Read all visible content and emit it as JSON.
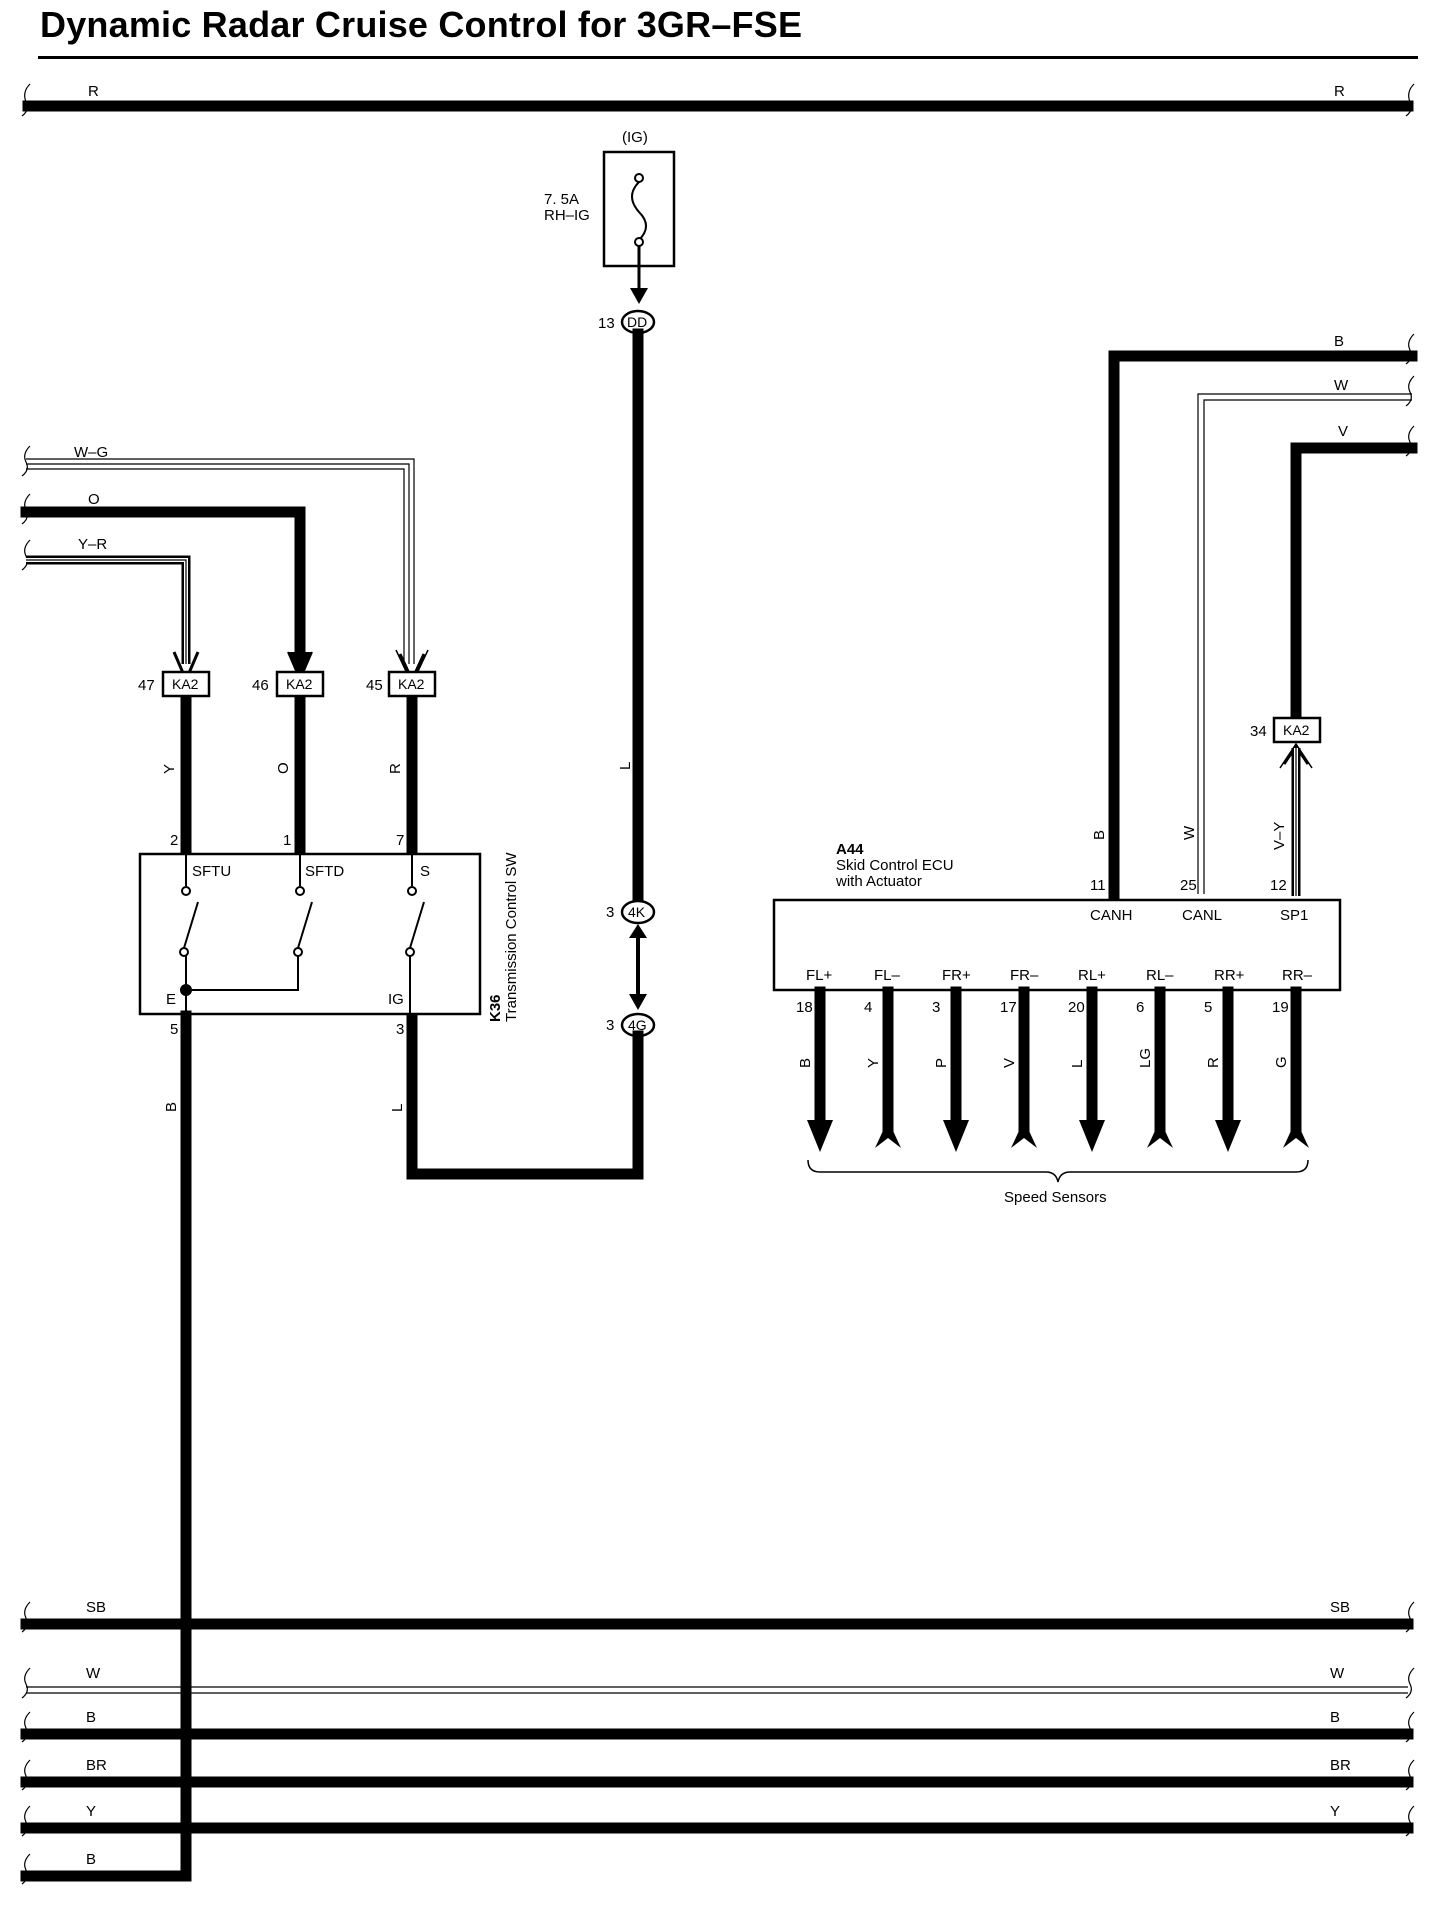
{
  "title": "Dynamic Radar Cruise Control for 3GR–FSE",
  "buses_top": {
    "R_left": "R",
    "R_right": "R"
  },
  "fuse": {
    "ig": "(IG)",
    "rating": "7. 5A",
    "name": "RH–IG"
  },
  "junctions": {
    "dd": {
      "pin": "13",
      "name": "DD"
    },
    "k4": {
      "pin": "3",
      "name": "4K"
    },
    "g4": {
      "pin": "3",
      "name": "4G"
    }
  },
  "left_inputs": {
    "wg": "W–G",
    "o": "O",
    "yr": "Y–R"
  },
  "ka2": {
    "c47": {
      "pin": "47",
      "name": "KA2"
    },
    "c46": {
      "pin": "46",
      "name": "KA2"
    },
    "c45": {
      "pin": "45",
      "name": "KA2"
    },
    "c34": {
      "pin": "34",
      "name": "KA2"
    }
  },
  "wire_colors": {
    "y": "Y",
    "o": "O",
    "r": "R",
    "l_main": "L",
    "b_ground": "B",
    "l_ig": "L",
    "canh": "B",
    "canl": "W",
    "sp1": "V–Y"
  },
  "k36": {
    "code": "K36",
    "name": "Transmission Control SW",
    "pins": {
      "sftu": "2",
      "sftd": "1",
      "s": "7",
      "e": "5",
      "ig": "3"
    },
    "terminals": {
      "sftu": "SFTU",
      "sftd": "SFTD",
      "s": "S",
      "e": "E",
      "ig": "IG"
    }
  },
  "a44": {
    "code": "A44",
    "name_line1": "Skid Control ECU",
    "name_line2": "with Actuator",
    "top_terminals": [
      {
        "pin": "11",
        "name": "CANH"
      },
      {
        "pin": "25",
        "name": "CANL"
      },
      {
        "pin": "12",
        "name": "SP1"
      }
    ],
    "bottom_terminals": [
      {
        "name": "FL+",
        "pin": "18",
        "wire": "B"
      },
      {
        "name": "FL–",
        "pin": "4",
        "wire": "Y"
      },
      {
        "name": "FR+",
        "pin": "3",
        "wire": "P"
      },
      {
        "name": "FR–",
        "pin": "17",
        "wire": "V"
      },
      {
        "name": "RL+",
        "pin": "20",
        "wire": "L"
      },
      {
        "name": "RL–",
        "pin": "6",
        "wire": "LG"
      },
      {
        "name": "RR+",
        "pin": "5",
        "wire": "R"
      },
      {
        "name": "RR–",
        "pin": "19",
        "wire": "G"
      }
    ],
    "speed_sensors": "Speed Sensors"
  },
  "right_inputs": {
    "b": "B",
    "w": "W",
    "v": "V"
  },
  "buses_bottom": [
    {
      "left": "SB",
      "right": "SB"
    },
    {
      "left": "W",
      "right": "W"
    },
    {
      "left": "B",
      "right": "B"
    },
    {
      "left": "BR",
      "right": "BR"
    },
    {
      "left": "Y",
      "right": "Y"
    },
    {
      "left": "B",
      "right": ""
    }
  ]
}
